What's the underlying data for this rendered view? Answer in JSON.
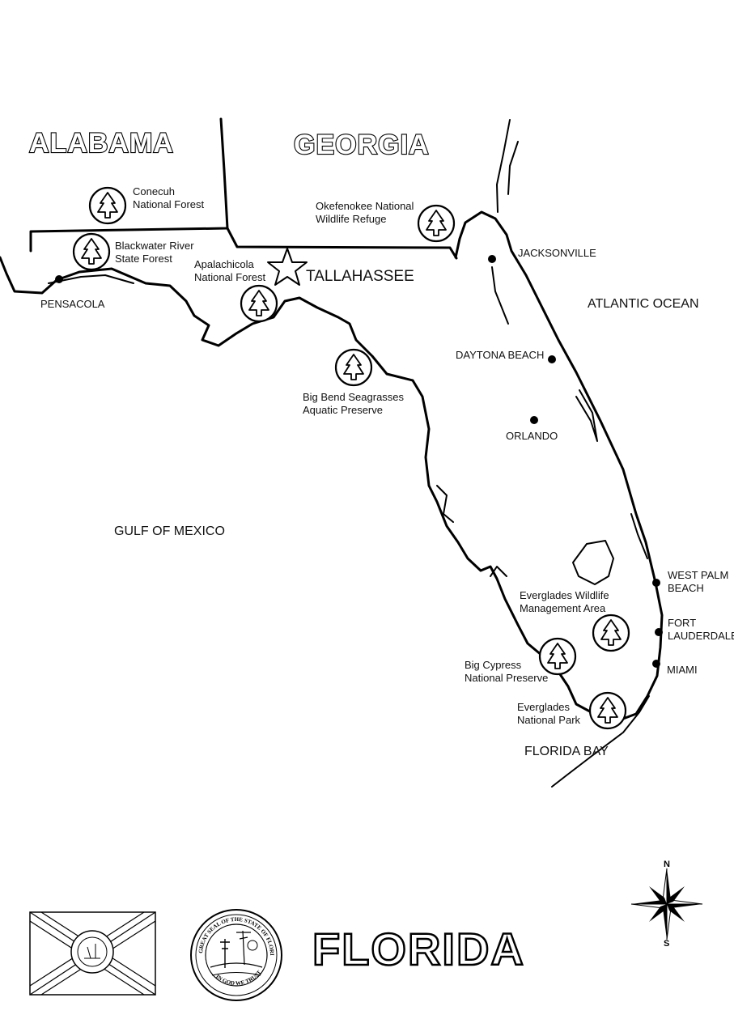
{
  "map": {
    "title": "FLORIDA",
    "neighbors": [
      "ALABAMA",
      "GEORGIA"
    ],
    "capital": "TALLAHASSEE",
    "cities": [
      "JACKSONVILLE",
      "DAYTONA BEACH",
      "ORLANDO",
      "PENSACOLA",
      "WEST PALM",
      "BEACH",
      "FORT",
      "LAUDERDALE",
      "MIAMI"
    ],
    "water_bodies": [
      "ATLANTIC OCEAN",
      "GULF OF MEXICO",
      "FLORIDA BAY"
    ],
    "parks": [
      {
        "line1": "Conecuh",
        "line2": "National Forest"
      },
      {
        "line1": "Blackwater River",
        "line2": "State Forest"
      },
      {
        "line1": "Apalachicola",
        "line2": "National Forest"
      },
      {
        "line1": "Okefenokee National",
        "line2": "Wildlife Refuge"
      },
      {
        "line1": "Big Bend Seagrasses",
        "line2": "Aquatic Preserve"
      },
      {
        "line1": "Everglades Wildlife",
        "line2": "Management Area"
      },
      {
        "line1": "Big Cypress",
        "line2": "National Preserve"
      },
      {
        "line1": "Everglades",
        "line2": "National Park"
      }
    ],
    "park_icon": "pine-tree-icon",
    "city_icon": "dot-icon",
    "capital_icon": "star-icon",
    "compass": {
      "north": "N",
      "south": "S"
    },
    "seal_text": [
      "GREAT SEAL OF THE STATE OF FLORIDA",
      "IN GOD WE TRUST"
    ]
  }
}
